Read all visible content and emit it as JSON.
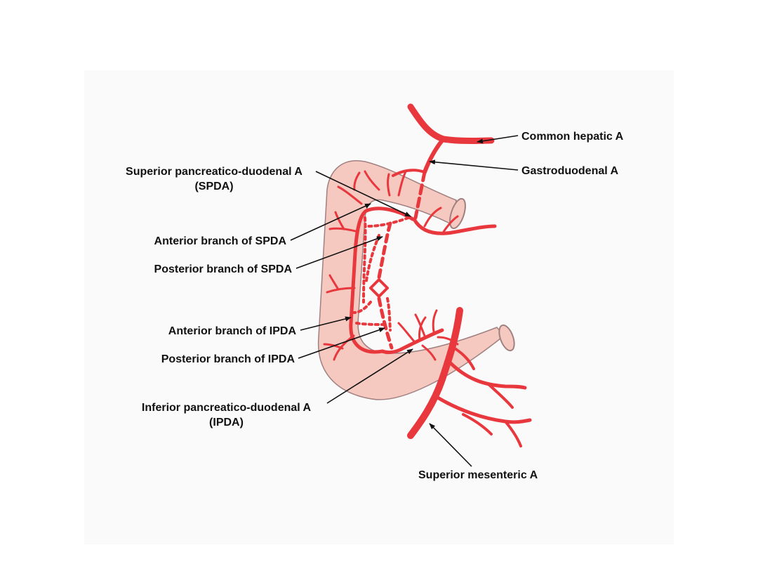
{
  "colors": {
    "artery": "#e8383d",
    "duodenum_fill": "#f6c9c0",
    "duodenum_edge": "#a08080",
    "label": "#111111"
  },
  "labels": {
    "common_hepatic": "Common hepatic A",
    "gastroduodenal": "Gastroduodenal A",
    "spda_line1": "Superior pancreatico-duodenal A",
    "spda_line2": "(SPDA)",
    "anterior_spda": "Anterior branch of SPDA",
    "posterior_spda": "Posterior branch of SPDA",
    "anterior_ipda": "Anterior branch of IPDA",
    "posterior_ipda": "Posterior branch of IPDA",
    "ipda_line1": "Inferior pancreatico-duodenal A",
    "ipda_line2": "(IPDA)",
    "superior_mesenteric": "Superior mesenteric A"
  }
}
